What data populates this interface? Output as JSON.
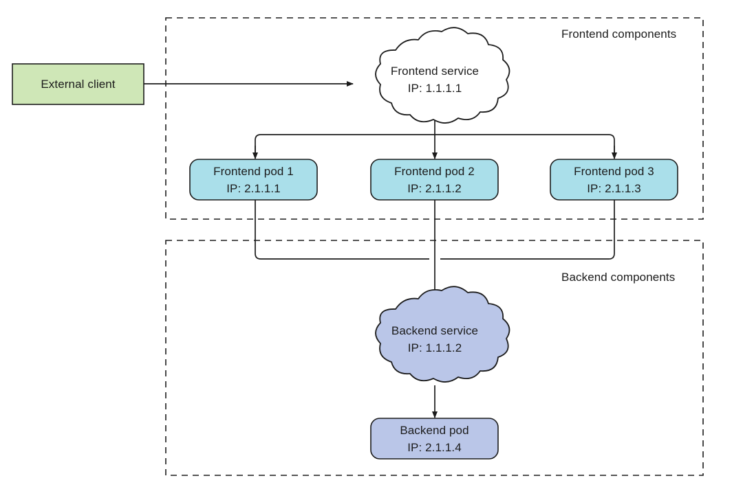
{
  "diagram": {
    "type": "architecture-flow",
    "background": "#ffffff",
    "groups": [
      {
        "id": "frontend-group",
        "label": "Frontend components",
        "border_style": "dashed",
        "border_color": "#1b1b1b"
      },
      {
        "id": "backend-group",
        "label": "Backend components",
        "border_style": "dashed",
        "border_color": "#1b1b1b"
      }
    ],
    "nodes": [
      {
        "id": "external-client",
        "shape": "rectangle",
        "title": "External client",
        "subtitle": "",
        "fill": "#cfe7b7",
        "stroke": "#1b1b1b"
      },
      {
        "id": "frontend-service",
        "shape": "cloud",
        "title": "Frontend service",
        "subtitle": "IP: 1.1.1.1",
        "fill": "#ffffff",
        "stroke": "#1b1b1b"
      },
      {
        "id": "frontend-pod-1",
        "shape": "rounded-rectangle",
        "title": "Frontend pod 1",
        "subtitle": "IP: 2.1.1.1",
        "fill": "#aadfea",
        "stroke": "#1b1b1b"
      },
      {
        "id": "frontend-pod-2",
        "shape": "rounded-rectangle",
        "title": "Frontend pod 2",
        "subtitle": "IP: 2.1.1.2",
        "fill": "#aadfea",
        "stroke": "#1b1b1b"
      },
      {
        "id": "frontend-pod-3",
        "shape": "rounded-rectangle",
        "title": "Frontend pod 3",
        "subtitle": "IP: 2.1.1.3",
        "fill": "#aadfea",
        "stroke": "#1b1b1b"
      },
      {
        "id": "backend-service",
        "shape": "cloud",
        "title": "Backend service",
        "subtitle": "IP: 1.1.1.2",
        "fill": "#bac6e8",
        "stroke": "#1b1b1b"
      },
      {
        "id": "backend-pod",
        "shape": "rounded-rectangle",
        "title": "Backend pod",
        "subtitle": "IP: 2.1.1.4",
        "fill": "#bac6e8",
        "stroke": "#1b1b1b"
      }
    ],
    "edges": [
      {
        "from": "external-client",
        "to": "frontend-service",
        "arrow": true
      },
      {
        "from": "frontend-service",
        "to": "frontend-pod-1",
        "arrow": true
      },
      {
        "from": "frontend-service",
        "to": "frontend-pod-2",
        "arrow": true
      },
      {
        "from": "frontend-service",
        "to": "frontend-pod-3",
        "arrow": true
      },
      {
        "from": "frontend-pod-1",
        "to": "backend-service",
        "arrow": true
      },
      {
        "from": "frontend-pod-2",
        "to": "backend-service",
        "arrow": true
      },
      {
        "from": "frontend-pod-3",
        "to": "backend-service",
        "arrow": true
      },
      {
        "from": "backend-service",
        "to": "backend-pod",
        "arrow": true
      }
    ]
  }
}
